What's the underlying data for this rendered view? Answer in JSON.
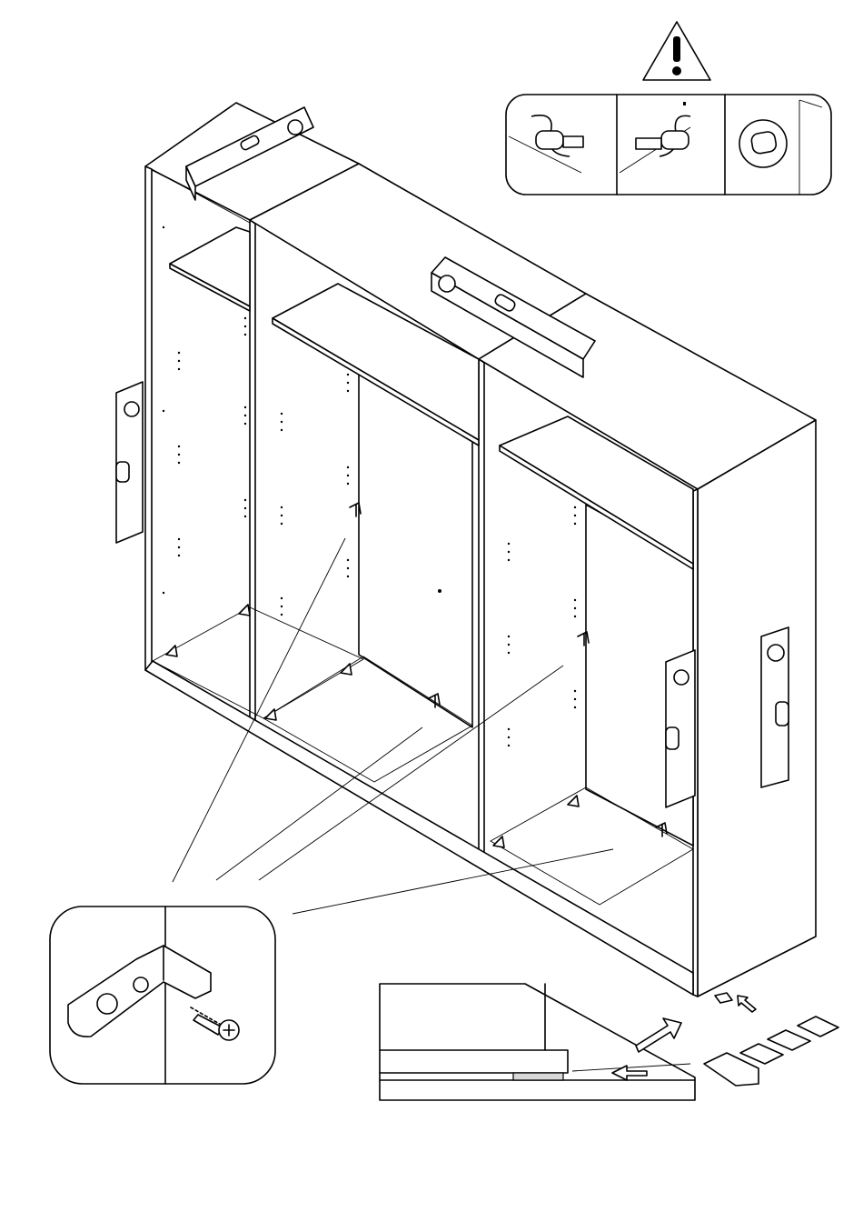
{
  "illustration": {
    "kind": "wardrobe-levelling-assembly-step",
    "text_labels": [],
    "icons": [
      "warning-icon",
      "spirit-level-icon",
      "angle-bracket-icon",
      "screw-icon",
      "shim-wedge-icon",
      "arrow-icon"
    ],
    "colors": {
      "line": "#000000",
      "paper": "#ffffff",
      "shade": "#d9d9d9"
    },
    "counts": {
      "cabinet_sections": 3,
      "spirit_levels": 5,
      "level_check_callouts": 3,
      "loose_shims": 5,
      "floor_brackets": 4
    }
  }
}
